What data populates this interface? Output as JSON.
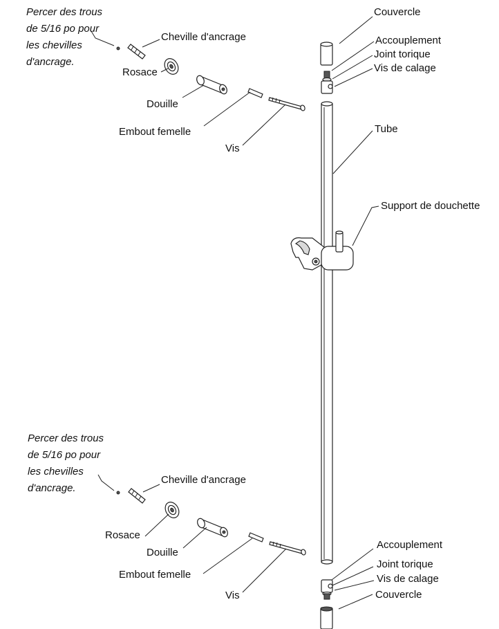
{
  "notes": {
    "top": [
      "Percer des trous",
      "de 5/16 po pour",
      "les chevilles",
      "d'ancrage."
    ],
    "bottom": [
      "Percer des trous",
      "de 5/16 po pour",
      "les chevilles",
      "d'ancrage."
    ]
  },
  "labels": {
    "couvercle_top": "Couvercle",
    "accouplement_top": "Accouplement",
    "joint_top": "Joint torique",
    "vis_calage_top": "Vis de calage",
    "tube": "Tube",
    "support": "Support de douchette",
    "cheville_top": "Cheville d'ancrage",
    "rosace_top": "Rosace",
    "douille_top": "Douille",
    "embout_top": "Embout femelle",
    "vis_top": "Vis",
    "cheville_bottom": "Cheville d'ancrage",
    "rosace_bottom": "Rosace",
    "douille_bottom": "Douille",
    "embout_bottom": "Embout femelle",
    "vis_bottom": "Vis",
    "accouplement_bottom": "Accouplement",
    "joint_bottom": "Joint torique",
    "vis_calage_bottom": "Vis de calage",
    "couvercle_bottom": "Couvercle"
  }
}
